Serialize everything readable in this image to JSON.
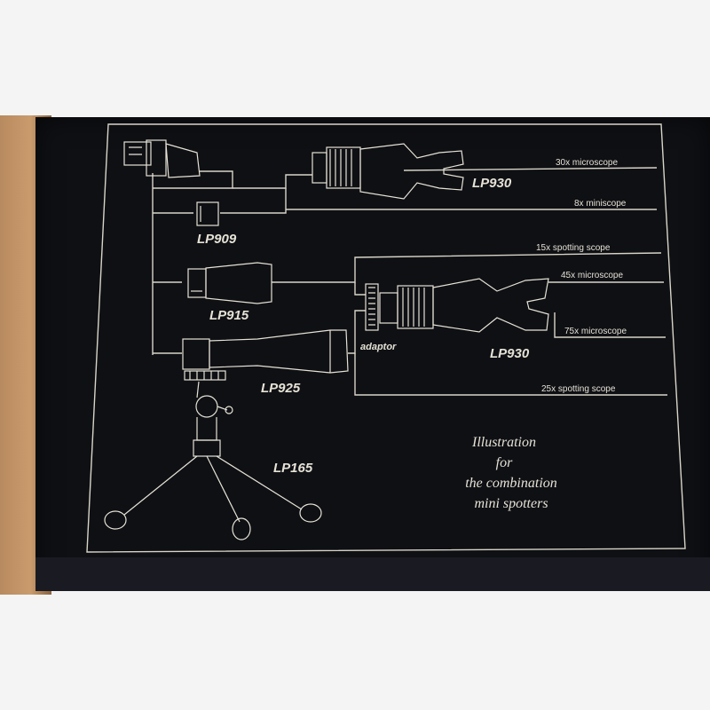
{
  "diagram": {
    "scopes": {
      "s30x": "30x microscope",
      "s8x": "8x miniscope",
      "s15x": "15x spotting scope",
      "s45x": "45x microscope",
      "s75x": "75x microscope",
      "s25x": "25x spotting scope"
    },
    "parts": {
      "lp930_top": "LP930",
      "lp909": "LP909",
      "lp915": "LP915",
      "adaptor": "adaptor",
      "lp930_bottom": "LP930",
      "lp925": "LP925",
      "lp165": "LP165"
    },
    "caption": {
      "line1": "Illustration",
      "line2": "for",
      "line3": "the combination",
      "line4": "mini spotters"
    }
  }
}
